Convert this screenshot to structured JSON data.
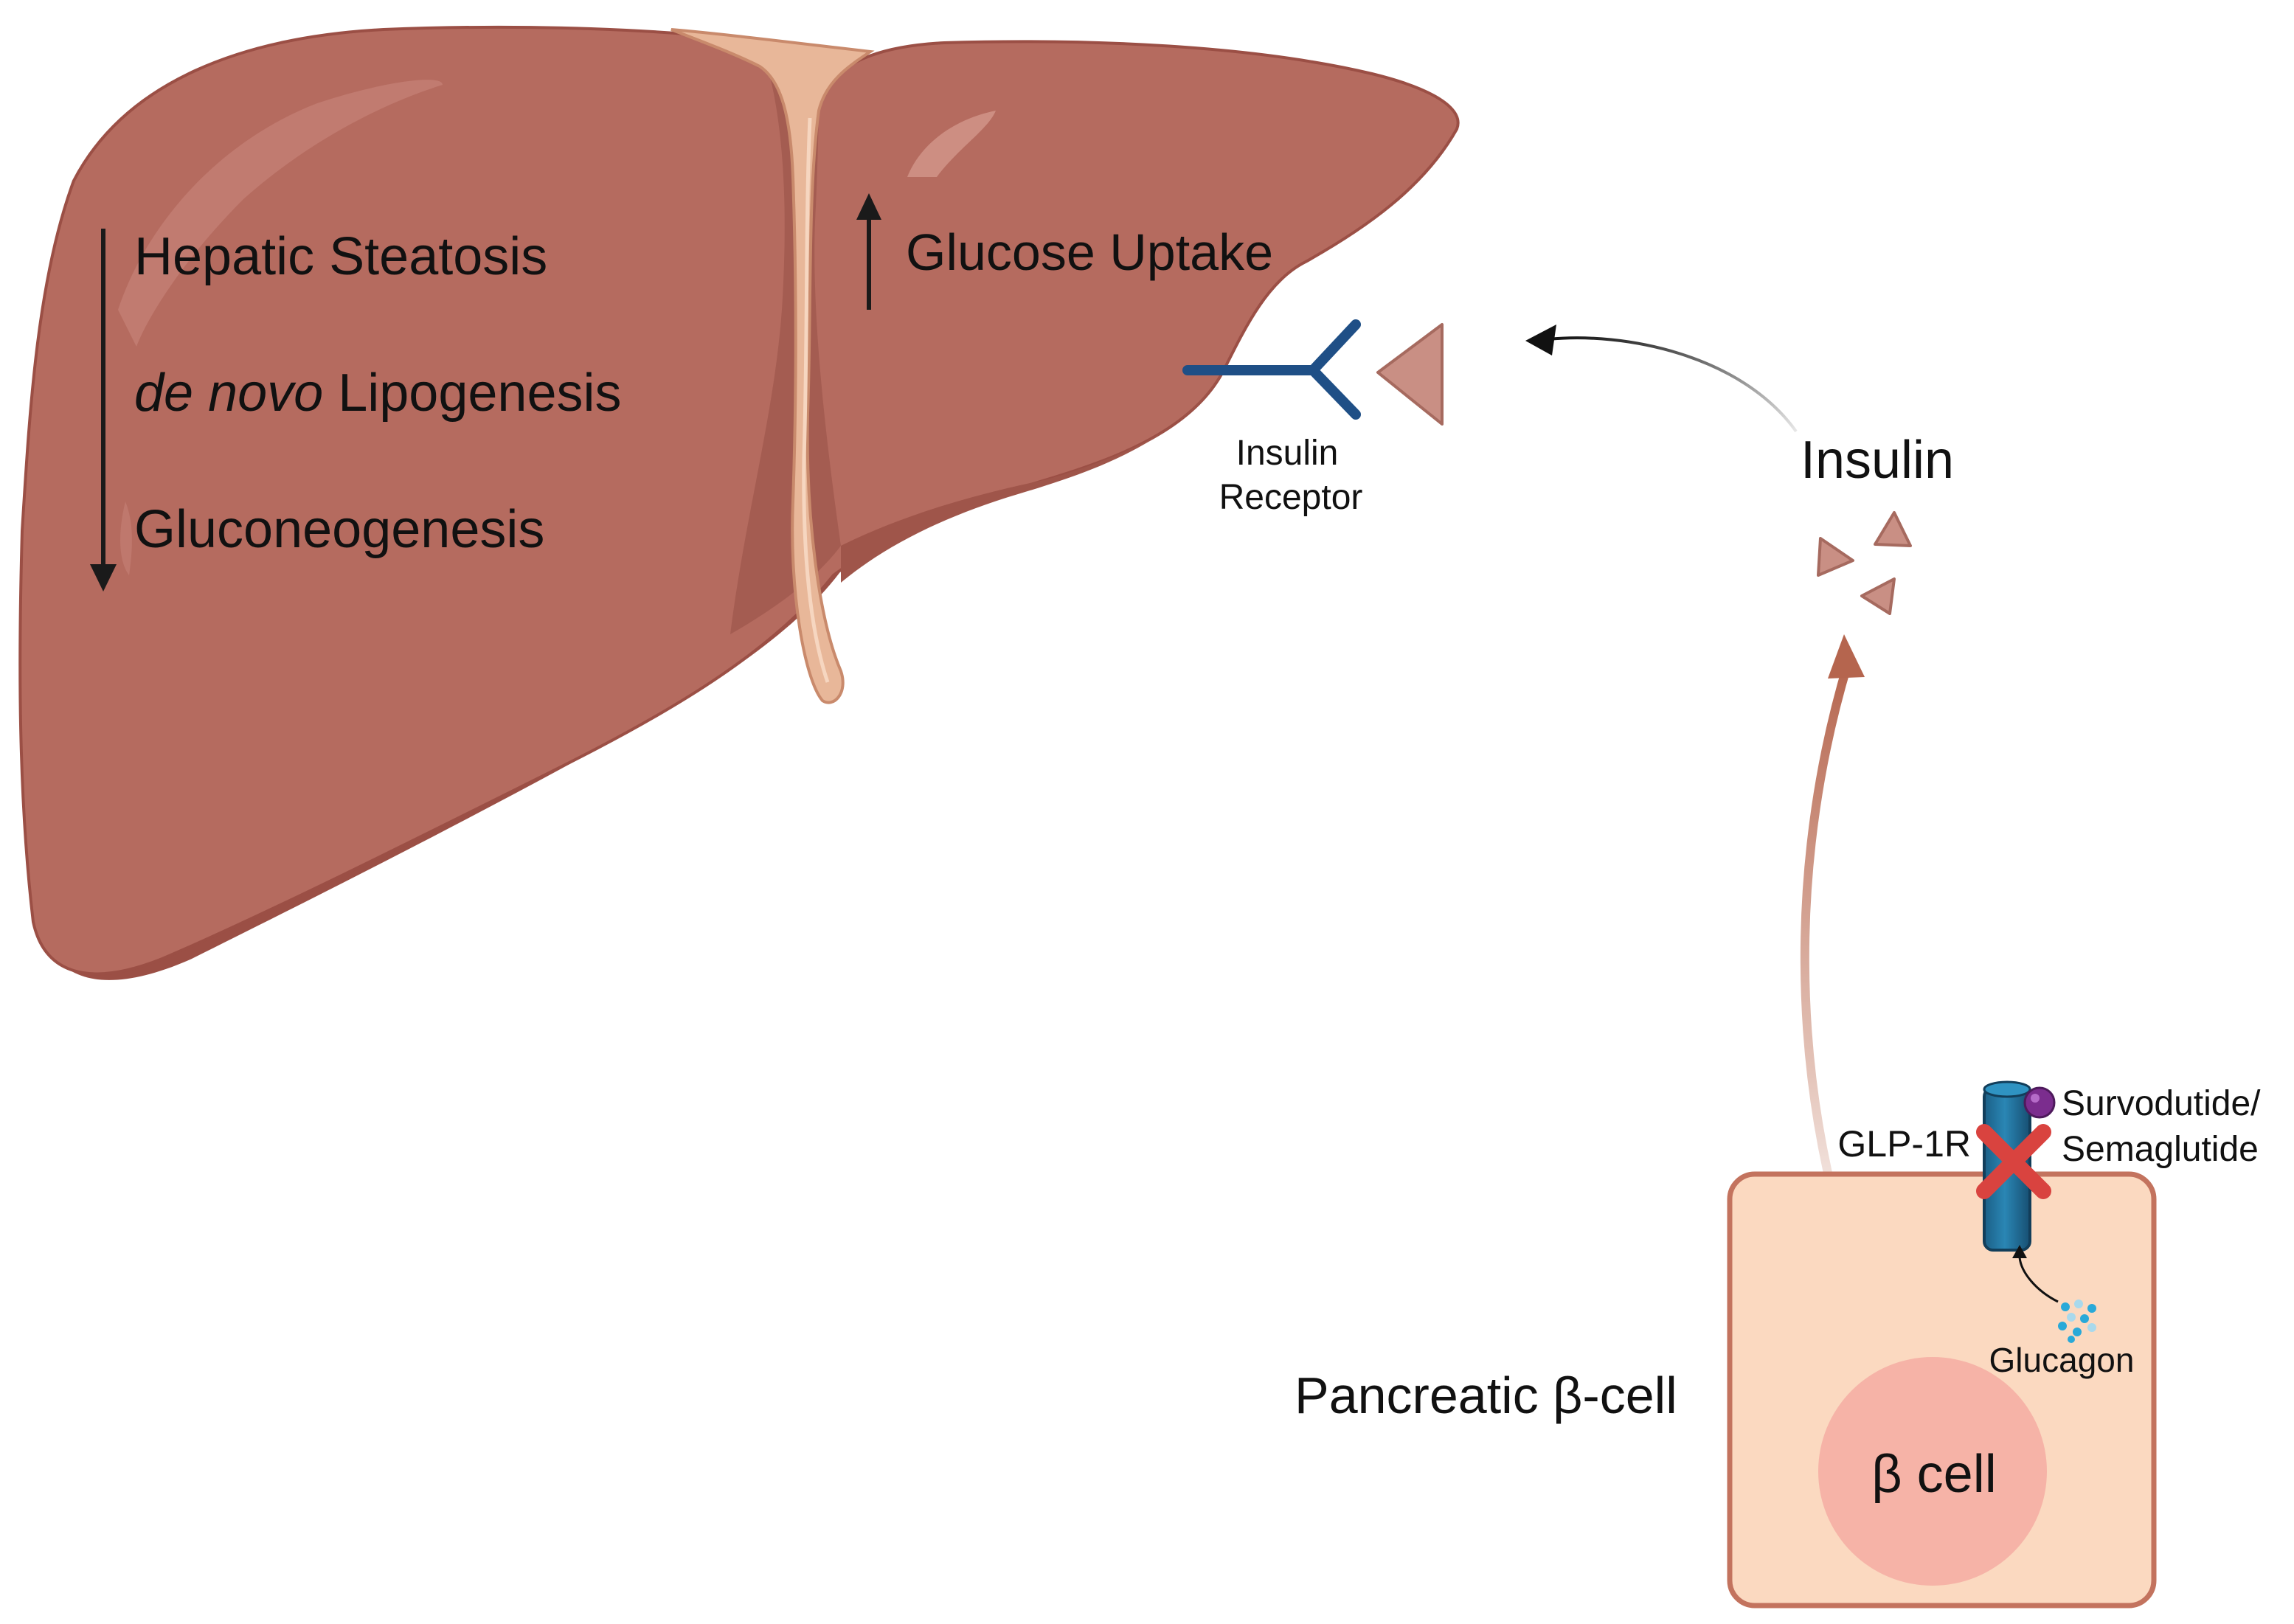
{
  "liver": {
    "effects_down": {
      "line1": "Hepatic Steatosis",
      "line2_italic": "de novo",
      "line2_rest": " Lipogenesis",
      "line3": "Gluconeogenesis"
    },
    "effects_up": {
      "line1": "Glucose Uptake"
    },
    "receptor": {
      "line1": "Insulin",
      "line2": "Receptor"
    }
  },
  "insulin": {
    "label": "Insulin"
  },
  "pancreas": {
    "cell_title": "Pancreatic β-cell",
    "nucleus_label": "β cell",
    "receptor_label": "GLP-1R",
    "drug_line1": "Survodutide/",
    "drug_line2": "Semaglutide",
    "ligand_label": "Glucagon"
  },
  "colors": {
    "liver": "#b56b5f",
    "liver_dark": "#9b4f45",
    "ligament": "#e8b799",
    "receptor_blue": "#1f4f86",
    "insulin_triangle": "#c98f84",
    "cell_fill": "#fbd9c0",
    "cell_border": "#c3735e",
    "nucleus": "#f6b3a7",
    "glp1r": "#1e6e9a",
    "drug": "#7b2d8e",
    "block_x": "#d9433f",
    "glucagon_dots": "#29a9d8"
  }
}
